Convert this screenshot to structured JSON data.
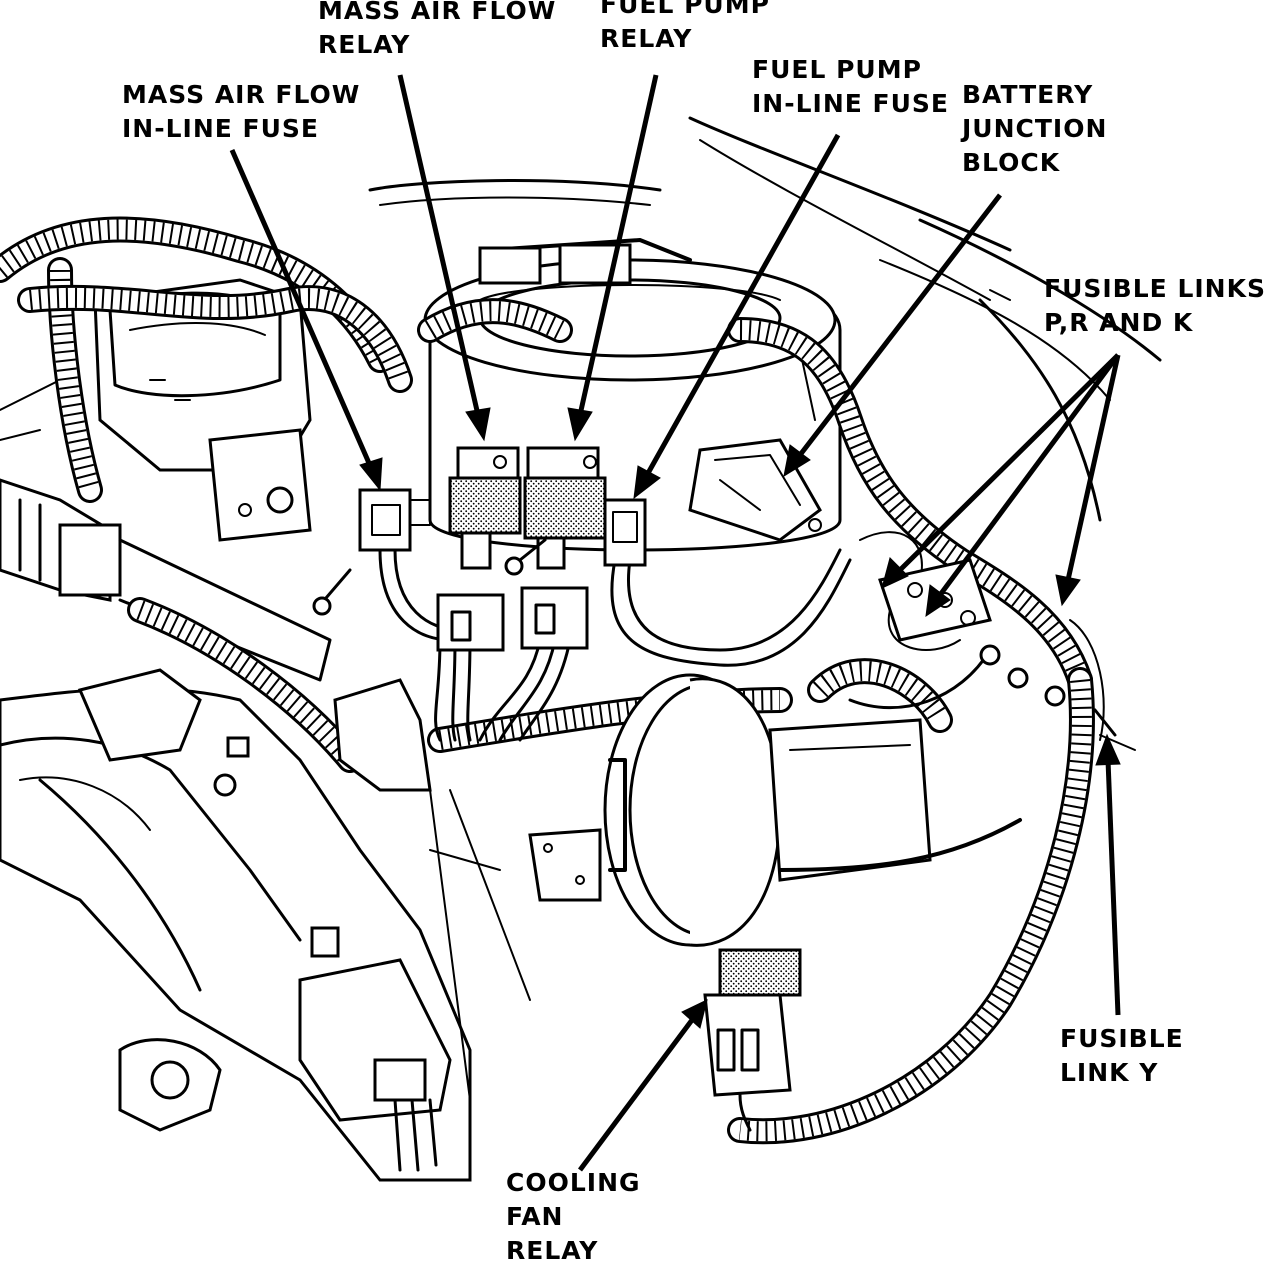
{
  "labels": {
    "maf_relay": [
      "MASS AIR FLOW",
      "RELAY"
    ],
    "fuel_pump_relay": [
      "FUEL PUMP",
      "RELAY"
    ],
    "maf_fuse": [
      "MASS AIR FLOW",
      "IN-LINE FUSE"
    ],
    "fuel_pump_fuse": [
      "FUEL PUMP",
      "IN-LINE FUSE"
    ],
    "battery_junction": [
      "BATTERY",
      "JUNCTION",
      "BLOCK"
    ],
    "fusible_prk": [
      "FUSIBLE LINKS",
      "P,R AND K"
    ],
    "fusible_y": [
      "FUSIBLE",
      "LINK Y"
    ],
    "cooling_fan": [
      "COOLING",
      "FAN",
      "RELAY"
    ]
  }
}
